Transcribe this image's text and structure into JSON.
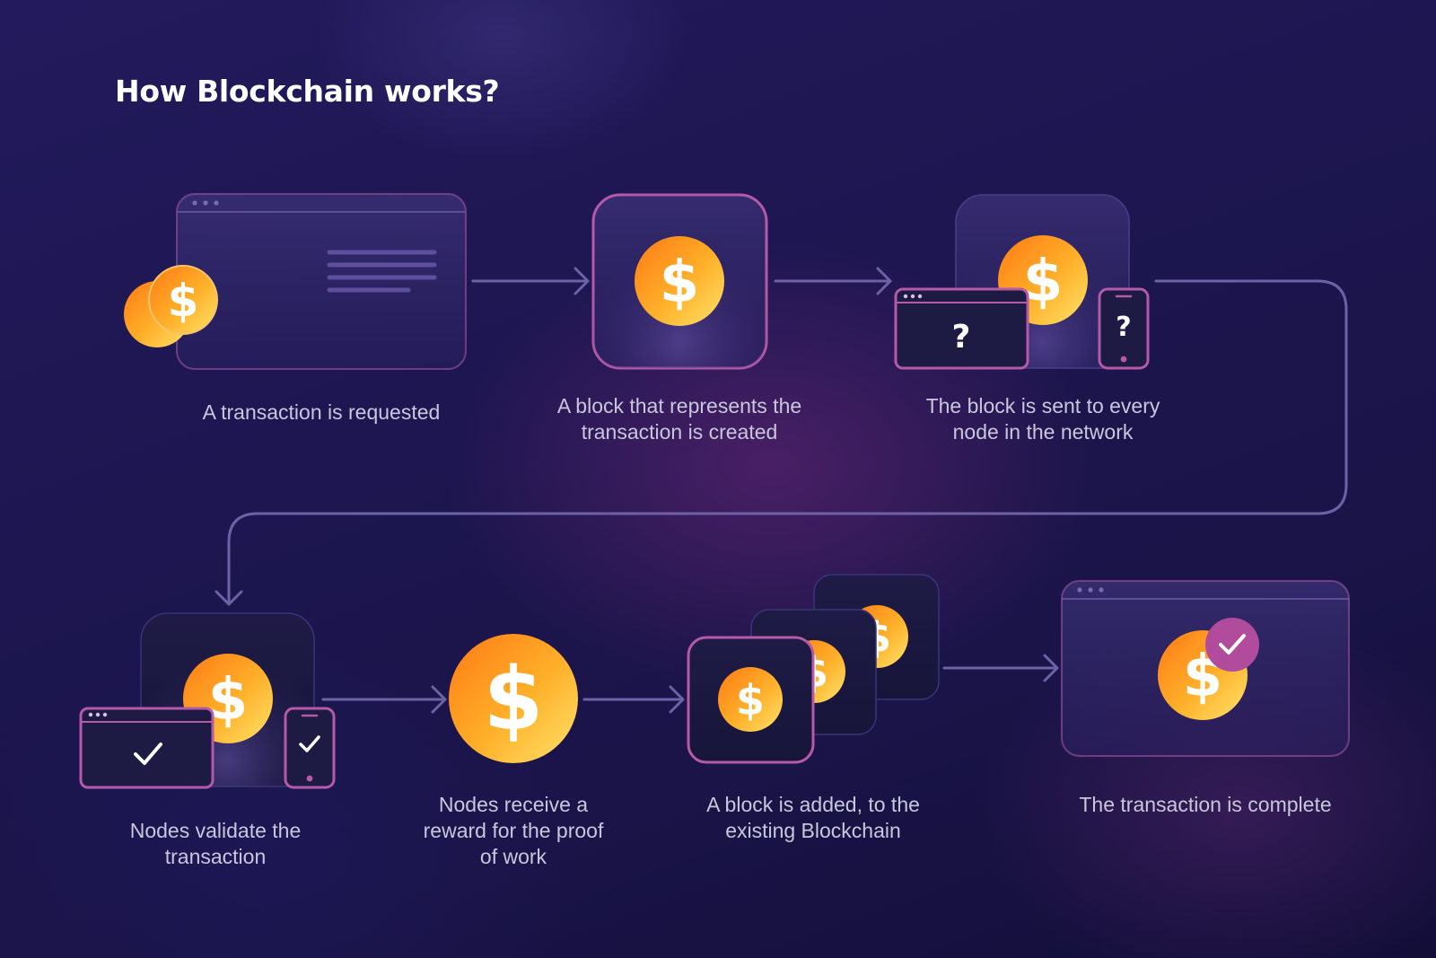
{
  "title": "How Blockchain works?",
  "coin_symbol": "$",
  "question_symbol": "?",
  "steps": [
    {
      "caption": "A transaction is requested"
    },
    {
      "caption": "A block that represents the\ntransaction is created"
    },
    {
      "caption": "The block is sent to every\nnode in the network"
    },
    {
      "caption": "Nodes validate the\ntransaction"
    },
    {
      "caption": "Nodes receive a\nreward for the proof\nof work"
    },
    {
      "caption": "A block is added, to the\nexisting Blockchain"
    },
    {
      "caption": "The transaction is complete"
    }
  ],
  "colors": {
    "background": "#1d1650",
    "accent_pink": "#b45aa8",
    "coin_orange": "#ff8a1e",
    "coin_yellow": "#ffd84a",
    "connector": "#6e62a6",
    "caption_text": "#c9c6dd",
    "check_badge": "#b14c9c"
  }
}
